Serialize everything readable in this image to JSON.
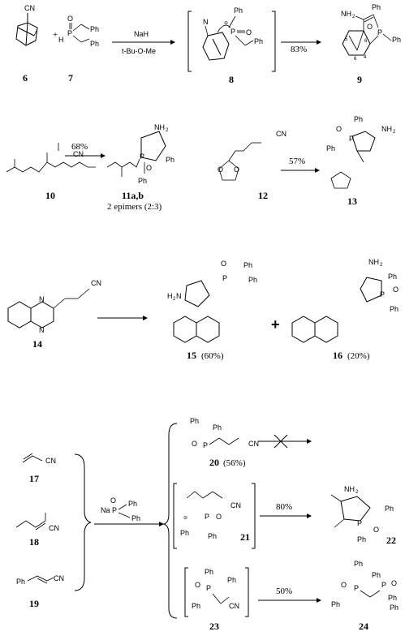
{
  "compounds": {
    "c6": "6",
    "c7": "7",
    "c8": "8",
    "c9": "9",
    "c10": "10",
    "c11": "11a,b",
    "c11_note": "2 epimers (2:3)",
    "c12": "12",
    "c13": "13",
    "c14": "14",
    "c15": "15",
    "c15_yield": "(60%)",
    "c16": "16",
    "c16_yield": "(20%)",
    "c17": "17",
    "c18": "18",
    "c19": "19",
    "c20": "20",
    "c20_yield": "(56%)",
    "c21": "21",
    "c22": "22",
    "c23": "23",
    "c24": "24"
  },
  "arrows": {
    "a1_top": "NaH",
    "a1_bottom": "t-Bu-O-Me",
    "a2": "83%",
    "a3": "68%",
    "a4": "57%",
    "a5": "80%",
    "a6": "50%"
  },
  "atoms": {
    "CN": "CN",
    "H": "H",
    "P": "P",
    "O": "O",
    "Ph": "Ph",
    "NH2": "NH",
    "NH2_sub": "2",
    "H2N": "H",
    "H2N_sub": "2",
    "H2N_N": "N",
    "N": "N",
    "Na": "Na",
    "minus": "⊖"
  }
}
